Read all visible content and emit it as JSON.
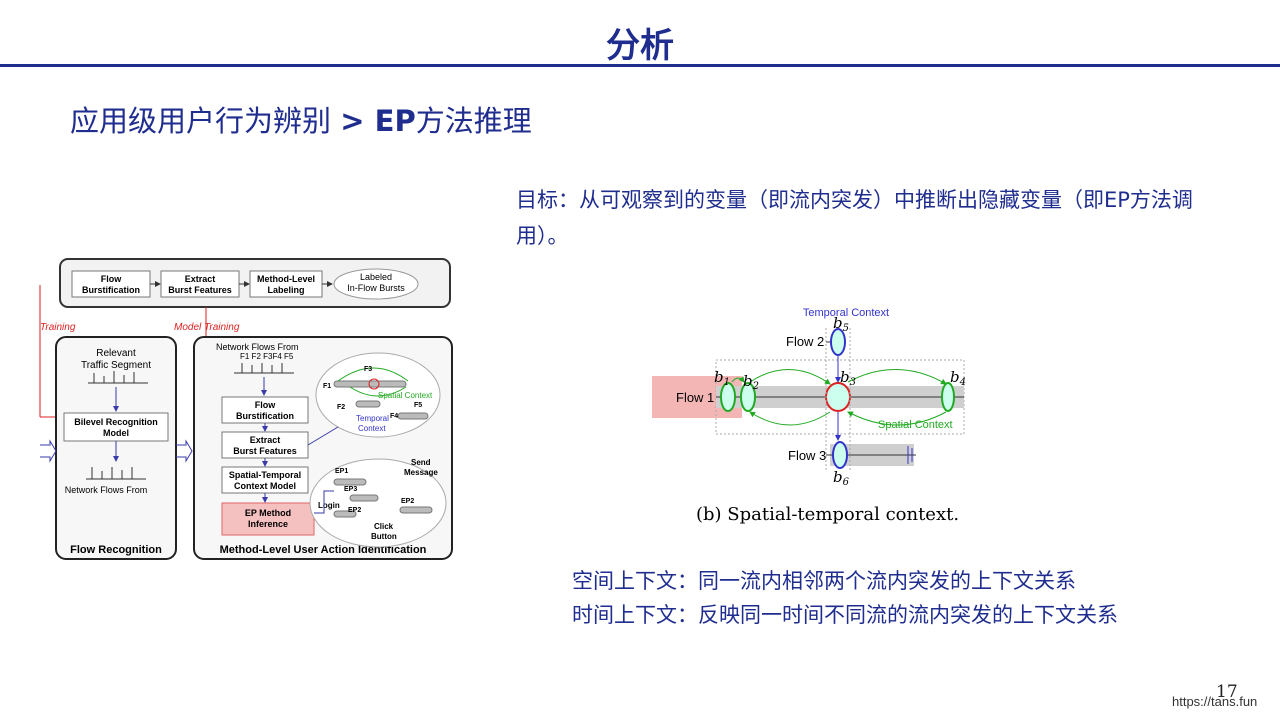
{
  "title": "分析",
  "subtitle": {
    "prefix": "应用级用户行为辨别 ",
    "arrow": ">",
    "ep": " EP",
    "suffix": "方法推理"
  },
  "goal": "目标：从可观察到的变量（即流内突发）中推断出隐藏变量（即EP方法调用）。",
  "description": {
    "spatial": "空间上下文：同一流内相邻两个流内突发的上下文关系",
    "temporal": "时间上下文：反映同一时间不同流的流内突发的上下文关系"
  },
  "page_number": "17",
  "watermark": "https://tans.fun",
  "left_figure": {
    "top_pipeline": [
      "Flow",
      "Burstification",
      "Extract",
      "Burst Features",
      "Method-Level",
      "Labeling",
      "Labeled",
      "In-Flow Bursts"
    ],
    "training_left": "Training",
    "training_right": "Model Training",
    "flow_recognition": {
      "relevant": "Relevant",
      "traffic_segment": "Traffic Segment",
      "bilevel": "Bilevel Recognition",
      "model": "Model",
      "network_flows": "Network Flows From",
      "label": "Flow Recognition"
    },
    "method_level": {
      "network_flows": "Network Flows From",
      "flows": "F1 F2 F3F4 F5",
      "flow": "Flow",
      "burstification": "Burstification",
      "extract": "Extract",
      "burst_features": "Burst Features",
      "stc": "Spatial-Temporal",
      "context_model": "Context Model",
      "ep_method": "EP Method",
      "inference": "Inference",
      "label": "Method-Level User Action Identification",
      "spatial_context": "Spatial Context",
      "temporal": "Temporal",
      "context": "Context",
      "f1": "F1",
      "f2": "F2",
      "f3": "F3",
      "f4": "F4",
      "f5": "F5",
      "ep1": "EP1",
      "ep2a": "EP2",
      "ep2b": "EP2",
      "ep3": "EP3",
      "login": "Login",
      "send": "Send",
      "message": "Message",
      "click": "Click",
      "button": "Button"
    }
  },
  "right_figure": {
    "temporal_context": "Temporal Context",
    "spatial_context": "Spatial Context",
    "flow1": "Flow 1",
    "flow2": "Flow 2",
    "flow3": "Flow 3",
    "b1": "b",
    "b1s": "1",
    "b2": "b",
    "b2s": "2",
    "b3": "b",
    "b3s": "3",
    "b4": "b",
    "b4s": "4",
    "b5": "b",
    "b5s": "5",
    "b6": "b",
    "b6s": "6",
    "caption": "(b)  Spatial-temporal context."
  }
}
